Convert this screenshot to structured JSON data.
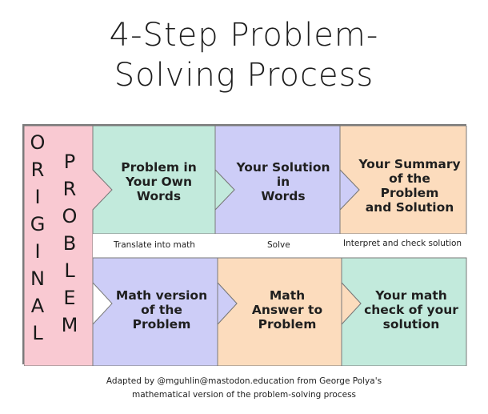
{
  "title": {
    "line1": "4-Step Problem-",
    "line2": "Solving Process"
  },
  "original_problem": {
    "left_letters": [
      "O",
      "R",
      "I",
      "G",
      "I",
      "N",
      "A",
      "L"
    ],
    "right_letters": [
      "P",
      "R",
      "O",
      "B",
      "L",
      "E",
      "M"
    ]
  },
  "top_row": [
    {
      "label": "Problem in\nYour Own\nWords"
    },
    {
      "label": "Your Solution\nin\nWords"
    },
    {
      "label": "Your Summary\nof the\nProblem\nand Solution"
    }
  ],
  "middle_row": [
    {
      "label": "Translate  into math"
    },
    {
      "label": "Solve"
    },
    {
      "label": "Interpret and check solution"
    }
  ],
  "bottom_row": [
    {
      "label": "Math version\nof the\nProblem"
    },
    {
      "label": "Math\nAnswer to\nProblem"
    },
    {
      "label": "Your math\ncheck of your\nsolution"
    }
  ],
  "colors": {
    "pink": "#f9c9d2",
    "green": "#c2eadc",
    "lavender": "#cdcdf7",
    "peach": "#fcdcbd",
    "border": "#7a7a7a"
  },
  "credit": {
    "line1": "Adapted by @mguhlin@mastodon.education from George Polya's",
    "line2": "mathematical version of the problem-solving process"
  }
}
